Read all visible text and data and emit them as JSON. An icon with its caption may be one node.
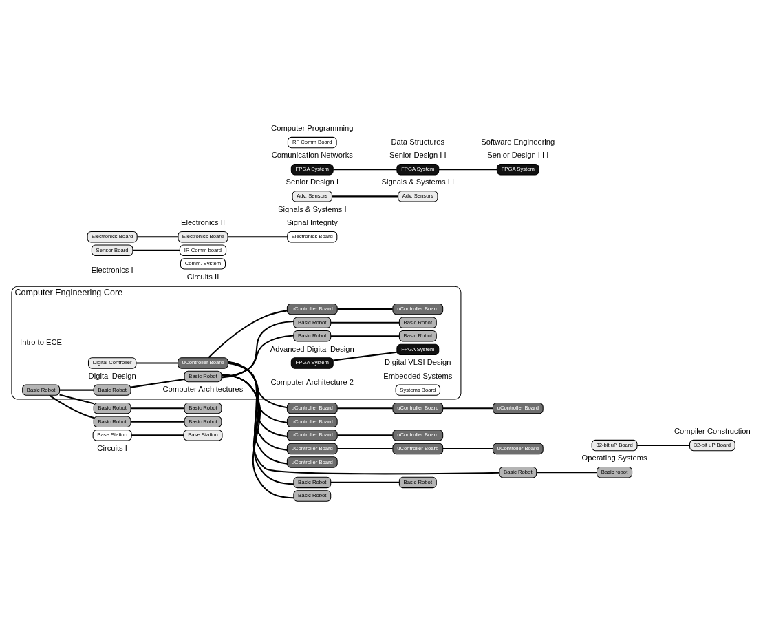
{
  "diagram": {
    "nodes": [
      {
        "text": [
          "Computer Engineering Core"
        ]
      },
      {
        "text": [
          "Basic Robot"
        ],
        "in": 0
      },
      {
        "text": [
          "Digital Controller"
        ],
        "in": 0
      },
      {
        "text": [
          "Basic Robot"
        ],
        "in": 0
      },
      {
        "text": [
          "uController Board"
        ],
        "in": 0
      },
      {
        "text": [
          "Basic Robot"
        ],
        "in": 0
      },
      {
        "text": [
          "FPGA System"
        ],
        "in": 0
      },
      {
        "text": [
          "Basic Robot"
        ],
        "in": 0
      },
      {
        "text": [
          "FPGA System"
        ],
        "in": 0
      },
      {
        "text": [
          "Basic Robot"
        ],
        "in": 0
      },
      {
        "text": [
          "uController Board"
        ],
        "in": 0
      },
      {
        "text": [
          "Basic Robot"
        ],
        "in": 0
      },
      {
        "text": [
          "Systems Board"
        ],
        "in": 0
      },
      {
        "text": [
          "uController Board"
        ],
        "in": 0
      },
      {
        "text": [
          "Basic Robot"
        ],
        "in": 0
      },
      {
        "text": [
          "Base Station"
        ]
      },
      {
        "text": [
          "Basic Robot"
        ]
      },
      {
        "text": [
          "Comm. System"
        ]
      },
      {
        "text": [
          "Base Station"
        ]
      },
      {
        "text": [
          "Basic Robot"
        ]
      },
      {
        "text": [
          "Sensor Board"
        ]
      },
      {
        "text": [
          "Electronics Board"
        ]
      },
      {
        "text": [
          "Basic Robot"
        ]
      },
      {
        "text": [
          "IR Comm board"
        ]
      },
      {
        "text": [
          "Electronics Board"
        ]
      },
      {
        "text": [
          "Basic Robot"
        ]
      },
      {
        "text": [
          "uController Board"
        ]
      },
      {
        "text": [
          "Electronics Board"
        ]
      },
      {
        "text": [
          "Adv. Sensors"
        ]
      },
      {
        "text": [
          "uController Board"
        ]
      },
      {
        "text": [
          "Basic Robot"
        ]
      },
      {
        "text": [
          "Adv. Sensors"
        ]
      },
      {
        "text": [
          "uController Board"
        ]
      },
      {
        "text": [
          "Basic Robot"
        ]
      },
      {
        "text": [
          "FPGA System"
        ]
      },
      {
        "text": [
          "uController Board"
        ]
      },
      {
        "text": [
          "FPGA System"
        ]
      },
      {
        "text": [
          "uController Board"
        ]
      },
      {
        "text": [
          "FPGA System"
        ]
      },
      {
        "text": [
          "uController Board"
        ]
      },
      {
        "text": [
          "RF Comm Board"
        ]
      },
      {
        "text": [
          "uController Board"
        ]
      },
      {
        "text": [
          "Basic Robot"
        ]
      },
      {
        "text": [
          "uController Board"
        ]
      },
      {
        "text": [
          "uController Board"
        ]
      },
      {
        "text": [
          "uController Board"
        ]
      },
      {
        "text": [
          "Basic Robot"
        ]
      },
      {
        "text": [
          "Basic robot"
        ]
      },
      {
        "text": [
          "32-bit uP Board"
        ]
      },
      {
        "text": [
          "32-bit uP Board"
        ]
      }
    ],
    "edges": [
      {
        "from": 1,
        "to": 3,
        "arrow": "none"
      },
      {
        "from": 1,
        "to": 16,
        "arrow": "none"
      },
      {
        "from": 1,
        "to": 22,
        "arrow": "none"
      },
      {
        "from": 2,
        "to": 4,
        "arrow": "none"
      },
      {
        "from": 3,
        "to": 5,
        "arrow": "none"
      },
      {
        "from": 4,
        "to": 10,
        "arrow": "none"
      },
      {
        "from": 4,
        "to": 26,
        "arrow": "none"
      },
      {
        "from": 4,
        "to": 29,
        "arrow": "none"
      },
      {
        "from": 4,
        "to": 35,
        "arrow": "none"
      },
      {
        "from": 4,
        "to": 41,
        "arrow": "none"
      },
      {
        "from": 4,
        "to": 43,
        "arrow": "none"
      },
      {
        "from": 5,
        "to": 7,
        "arrow": "none"
      },
      {
        "from": 5,
        "to": 11,
        "arrow": "none"
      },
      {
        "from": 5,
        "to": 30,
        "arrow": "none"
      },
      {
        "from": 5,
        "to": 42,
        "arrow": "none"
      },
      {
        "from": 5,
        "to": 46,
        "arrow": "none"
      },
      {
        "from": 6,
        "to": 8,
        "arrow": "none"
      },
      {
        "from": 7,
        "to": 9,
        "arrow": "none"
      },
      {
        "from": 10,
        "to": 13,
        "arrow": "none"
      },
      {
        "from": 11,
        "to": 14,
        "arrow": "none"
      },
      {
        "from": 15,
        "to": 18,
        "arrow": "none"
      },
      {
        "from": 16,
        "to": 19,
        "arrow": "none"
      },
      {
        "from": 20,
        "to": 23,
        "arrow": "none"
      },
      {
        "from": 21,
        "to": 24,
        "arrow": "none"
      },
      {
        "from": 22,
        "to": 25,
        "arrow": "none"
      },
      {
        "from": 24,
        "to": 27,
        "arrow": "none"
      },
      {
        "from": 28,
        "to": 31,
        "arrow": "none"
      },
      {
        "from": 29,
        "to": 32,
        "arrow": "none"
      },
      {
        "from": 30,
        "to": 33,
        "arrow": "none"
      },
      {
        "from": 34,
        "to": 36,
        "arrow": "none"
      },
      {
        "from": 36,
        "to": 38,
        "arrow": "none"
      },
      {
        "from": 35,
        "to": 37,
        "arrow": "none"
      },
      {
        "from": 37,
        "to": 39,
        "arrow": "none"
      },
      {
        "from": 43,
        "to": 44,
        "arrow": "none"
      },
      {
        "from": 44,
        "to": 45,
        "arrow": "none"
      },
      {
        "from": 46,
        "to": 47,
        "arrow": "none"
      },
      {
        "from": 48,
        "to": 49,
        "arrow": "none"
      }
    ],
    "labels": [
      "Advanced Digital Design",
      "Digital VLSI Design",
      "Embedded Systems",
      "Digital Design",
      "Computer Architectures",
      "Computer Architecture 2",
      "Intro to ECE",
      "Circuits I",
      "Circuits II",
      "Signals & Systems I",
      "Signals & Systems I I",
      "Signal Integrity",
      "Electronics I",
      "Electronics II",
      "Senior Design I",
      "Senior Design I I",
      "Senior Design I I I",
      "Comunication Networks",
      "Computer Programming",
      "Data Structures",
      "Software Engineering",
      "Operating Systems",
      "Compiler Construction"
    ]
  }
}
